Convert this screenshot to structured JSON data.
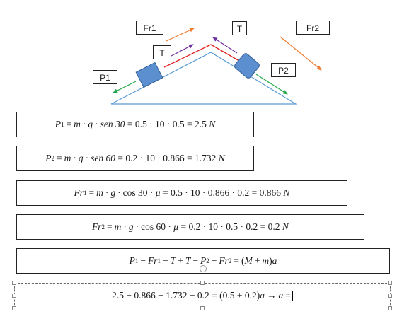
{
  "labels": {
    "fr1": "Fr1",
    "t_top": "T",
    "fr2": "Fr2",
    "t_left": "T",
    "p1": "P1",
    "p2": "P2"
  },
  "equations": {
    "eq1": {
      "P": "P",
      "sub": "1",
      "eq": "=",
      "m": "m",
      "dot": "·",
      "g": "g",
      "sen": "sen 30",
      "rest": "= 0.5 · 10 · 0.5 = 2.5",
      "unit": "N"
    },
    "eq2": {
      "P": "P",
      "sub": "2",
      "eq": "=",
      "m": "m",
      "dot": "·",
      "g": "g",
      "sen": "sen 60",
      "rest": "= 0.2 · 10 · 0.866 = 1.732",
      "unit": "N"
    },
    "eq3": {
      "Fr": "Fr",
      "sub": "1",
      "eq": "=",
      "m": "m",
      "dot": "·",
      "g": "g",
      "cos": "cos 30 ·",
      "mu": "μ",
      "rest": "= 0.5 · 10 · 0.866 · 0.2 = 0.866",
      "unit": "N"
    },
    "eq4": {
      "Fr": "Fr",
      "sub": "2",
      "eq": "=",
      "m": "m",
      "dot": "·",
      "g": "g",
      "cos": "cos 60 ·",
      "mu": "μ",
      "rest": "= 0.2 · 10 · 0.5 · 0.2 = 0.2",
      "unit": "N"
    },
    "eq5": {
      "P1": "P",
      "s1": "1",
      "m1": "−",
      "Fr1": "Fr",
      "s2": "1",
      "m2": "−",
      "T1": "T",
      "p1": "+",
      "T2": "T",
      "m3": "−",
      "P2": "P",
      "s3": "2",
      "m4": "−",
      "Fr2": "Fr",
      "s4": "2",
      "eq": "=",
      "open": "(",
      "M": "M",
      "plus": "+",
      "m": "m",
      "close": ")",
      "a": "a"
    },
    "eq6": {
      "text": "2.5 − 0.866 − 1.732 − 0.2 = (0.5 + 0.2)",
      "a1": "a",
      "arrow": "→",
      "a2": "a",
      "eq": "="
    }
  },
  "colors": {
    "incline": "#5b9bd5",
    "block_fill": "#5b8fd0",
    "block_stroke": "#2e5c94",
    "rope": "#e02020",
    "fr_arrow": "#ed7d31",
    "t_arrow": "#7030a0",
    "p_arrow": "#22a84a"
  }
}
